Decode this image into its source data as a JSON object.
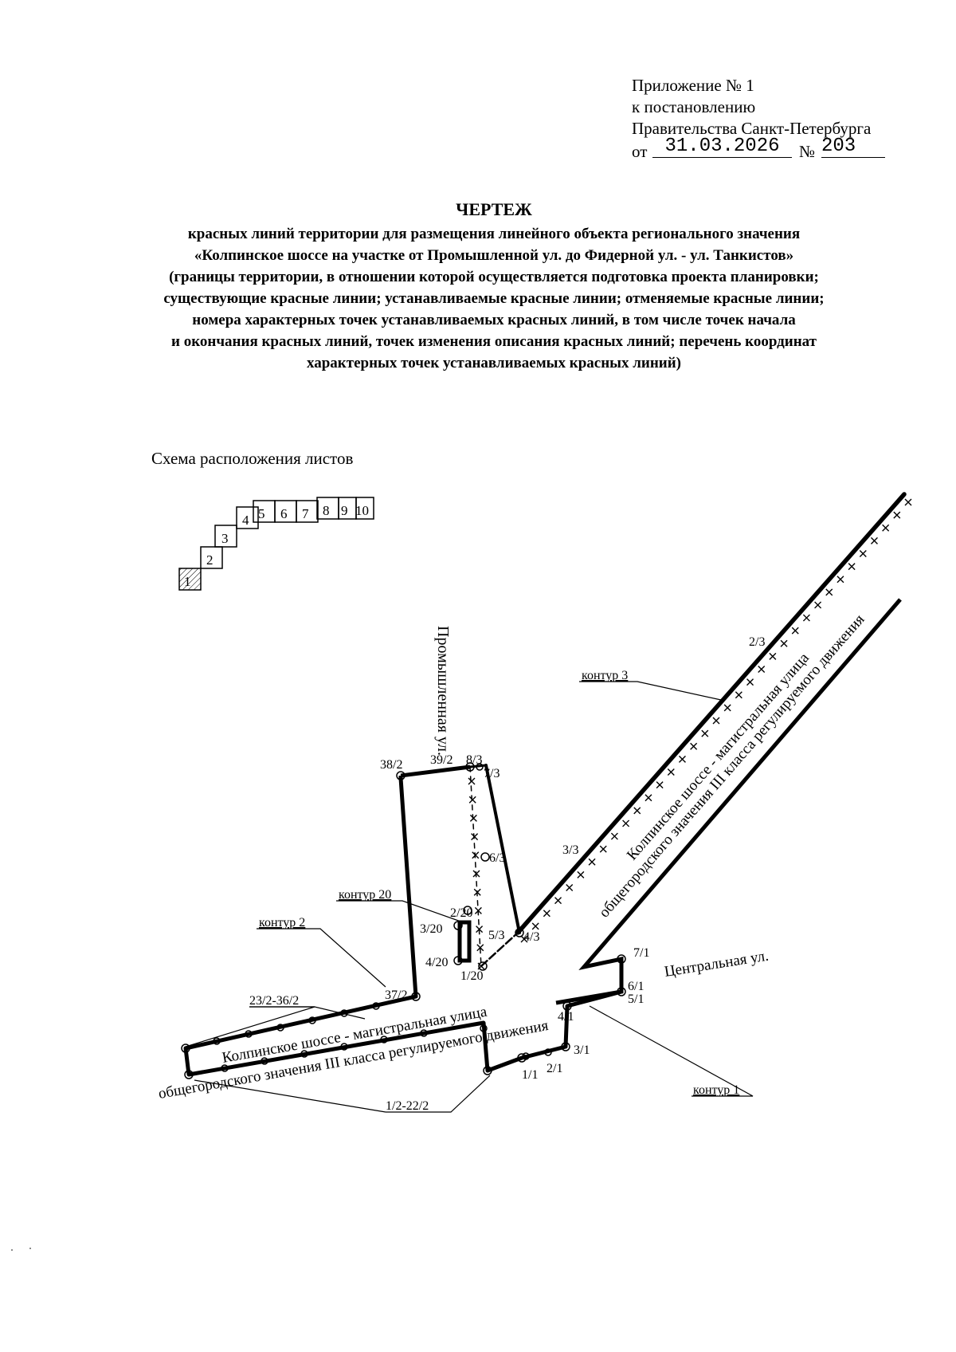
{
  "appendix": {
    "line1": "Приложение № 1",
    "line2": "к постановлению",
    "line3": "Правительства Санкт-Петербурга",
    "date_prefix": "от",
    "date": "31.03.2026",
    "number_prefix": "№",
    "number": "203"
  },
  "title": "ЧЕРТЕЖ",
  "subtitle_lines": [
    "красных линий территории для размещения линейного объекта регионального значения",
    "«Колпинское шоссе на участке от Промышленной ул. до Фидерной ул. - ул. Танкистов»",
    "(границы территории, в отношении которой осуществляется подготовка проекта планировки;",
    "существующие красные линии; устанавливаемые красные линии; отменяемые красные линии;",
    "номера характерных точек устанавливаемых красных линий, в том числе точек начала",
    "и окончания красных линий, точек изменения описания красных линий; перечень координат",
    "характерных точек устанавливаемых красных линий)"
  ],
  "scheme_label": "Схема расположения листов",
  "sheet_numbers": [
    "1",
    "2",
    "3",
    "4",
    "5",
    "6",
    "7",
    "8",
    "9",
    "10"
  ],
  "streets": {
    "promyshlennaya": "Промышленная ул.",
    "tsentralnaya": "Центральная ул.",
    "kolpinskoe_diag_1": "Колпинское шоссе - магистральная улица",
    "kolpinskoe_diag_2": "общегородского значения III класса регулируемого движения",
    "kolpinskoe_low_1": "Колпинское шоссе - магистральная улица",
    "kolpinskoe_low_2": "общегородского значения III класса регулируемого движения"
  },
  "contours": {
    "c1": "контур 1",
    "c2": "контур 2",
    "c3": "контур 3",
    "c20": "контур 20"
  },
  "points": {
    "p2_3": "2/3",
    "p3_3": "3/3",
    "p4_3": "4/3",
    "p5_3": "5/3",
    "p6_3": "6/3",
    "p7_3": "7/3",
    "p8_3": "8/3",
    "p38_2": "38/2",
    "p39_2": "39/2",
    "p37_2": "37/2",
    "p2_20": "2/20",
    "p3_20": "3/20",
    "p4_20": "4/20",
    "p1_20": "1/20",
    "p7_1": "7/1",
    "p6_1": "6/1",
    "p5_1": "5/1",
    "p4_1": "4/1",
    "p3_1": "3/1",
    "p2_1": "2/1",
    "p1_1": "1/1",
    "range_top": "23/2-36/2",
    "range_bottom": "1/2-22/2"
  }
}
